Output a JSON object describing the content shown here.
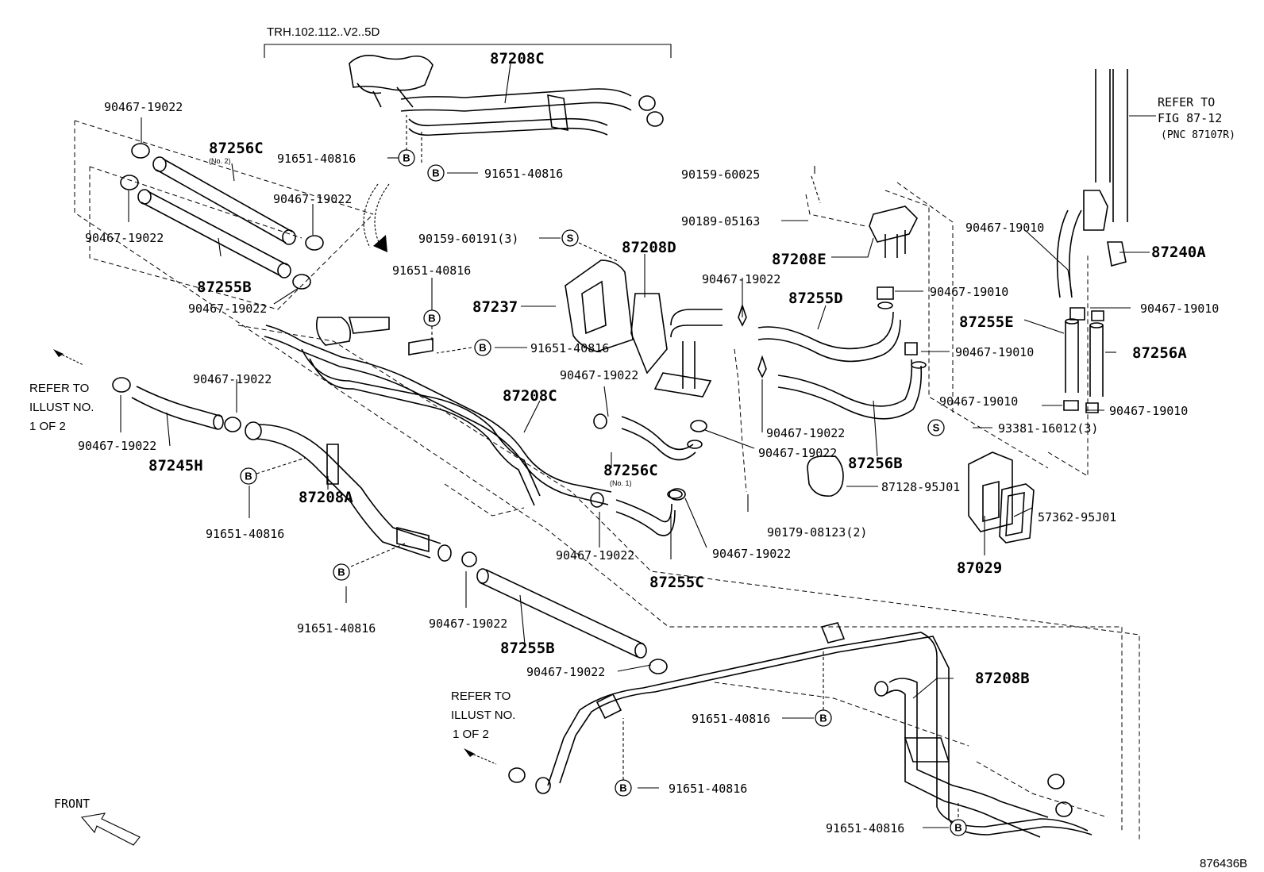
{
  "header_range": "TRH.102.112..V2..5D",
  "refer_fig": [
    "REFER TO",
    "FIG 87-12",
    "(PNC 87107R)"
  ],
  "refer_illust_1": [
    "REFER TO",
    "ILLUST NO.",
    "1 OF 2"
  ],
  "refer_illust_2": [
    "REFER TO",
    "ILLUST NO.",
    "1 OF 2"
  ],
  "front_label": "FRONT",
  "figure_id": "876436B",
  "marker_b": "B",
  "marker_s": "S",
  "parts": {
    "p87208C_top": "87208C",
    "p87208C_mid": "87208C",
    "p87256C_left": "87256C",
    "p87256C_left_sub": "(No. 2)",
    "p87255B_left": "87255B",
    "p87255B_bottom": "87255B",
    "p87208D": "87208D",
    "p87237": "87237",
    "p87208E": "87208E",
    "p87255D": "87255D",
    "p87256B": "87256B",
    "p87256C_mid": "87256C",
    "p87256C_mid_sub": "(No. 1)",
    "p87255C": "87255C",
    "p87245H": "87245H",
    "p87208A": "87208A",
    "p87240A": "87240A",
    "p87255E": "87255E",
    "p87256A": "87256A",
    "p87029": "87029",
    "p87208B": "87208B"
  },
  "callouts": {
    "c1": "90467-19022",
    "c2": "90467-19022",
    "c3": "90467-19022",
    "c4": "90467-19022",
    "c5": "91651-40816",
    "c6": "91651-40816",
    "c7": "90159-60191(3)",
    "c8": "91651-40816",
    "c9": "91651-40816",
    "c10": "90467-19022",
    "c11": "90467-19022",
    "c12": "90467-19022",
    "c13": "91651-40816",
    "c14": "90159-60025",
    "c15": "90189-05163",
    "c16": "90467-19022",
    "c17": "90467-19010",
    "c18": "90467-19010",
    "c19": "90467-19022",
    "c20": "90467-19022",
    "c21": "87128-95J01",
    "c22": "90179-08123(2)",
    "c23": "90467-19022",
    "c24": "90467-19022",
    "c25": "91651-40816",
    "c26": "90467-19022",
    "c27": "90467-19022",
    "c28": "90467-19010",
    "c29": "90467-19010",
    "c30": "90467-19010",
    "c31": "90467-19010",
    "c32": "90467-19010",
    "c33": "93381-16012(3)",
    "c34": "57362-95J01",
    "c35": "91651-40816",
    "c36": "91651-40816",
    "c37": "91651-40816"
  }
}
